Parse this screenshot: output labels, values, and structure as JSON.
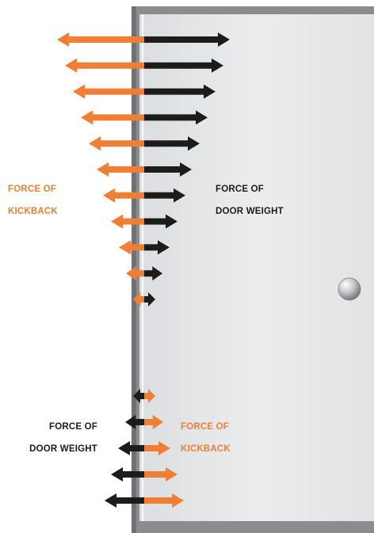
{
  "colors": {
    "kickback": "#f07f35",
    "door_weight": "#1c1c1c",
    "door_face": "#e6e7e9",
    "door_frame": "#8a8c8f",
    "knob": "#b9bbbe"
  },
  "labels": {
    "upper_left": {
      "line1": "FORCE OF",
      "line2": "KICKBACK"
    },
    "upper_right": {
      "line1": "FORCE OF",
      "line2": "DOOR WEIGHT"
    },
    "lower_left": {
      "line1": "FORCE OF",
      "line2": "DOOR WEIGHT"
    },
    "lower_right": {
      "line1": "FORCE OF",
      "line2": "KICKBACK"
    }
  },
  "diagram": {
    "upper_arrow_pairs": 11,
    "lower_arrow_pairs": 5,
    "upper_pattern": "decreasing-downward",
    "lower_pattern": "increasing-downward"
  }
}
